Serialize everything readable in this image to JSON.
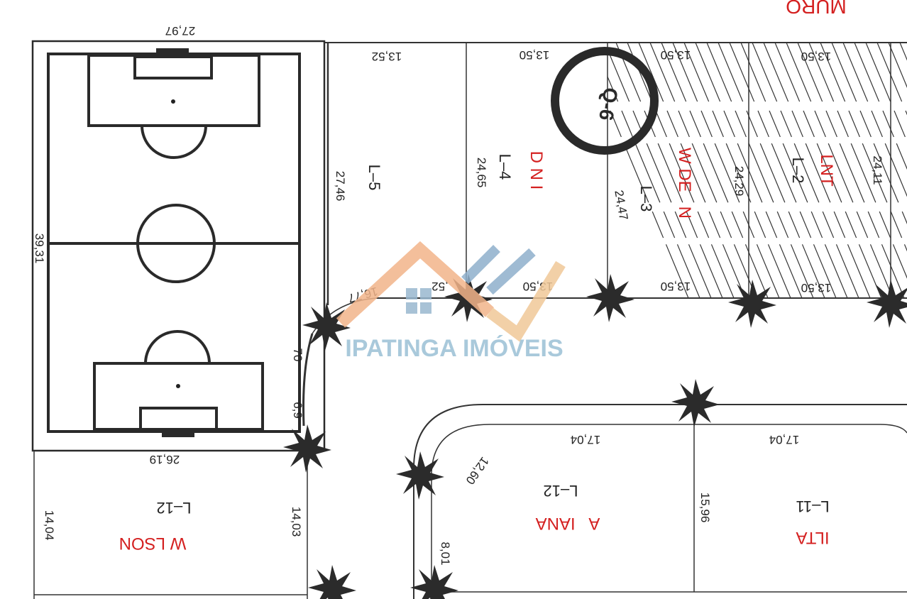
{
  "plan": {
    "wall_label": "MURO",
    "block_label": "Q-6",
    "field": {
      "top_width": "27,97",
      "side_length": "39,31",
      "bottom_width": "26,19"
    },
    "upper_lots": [
      {
        "lot": "L–5",
        "front": "13,52",
        "depth": "27,46",
        "back": ",52",
        "curve": "16,77"
      },
      {
        "lot": "L–4",
        "front": "13,50",
        "depth": "24,65",
        "back": "13,50",
        "owner": "D N I"
      },
      {
        "lot": "L–3",
        "front": "13,50",
        "depth": "24,47",
        "back": "13,50",
        "owner": "W DE   N"
      },
      {
        "lot": "L–2",
        "front": "13,50",
        "depth": "24,29",
        "back": "13,50",
        "owner": "LNT",
        "side": "24,11"
      }
    ],
    "corner_dims": {
      "a": "70",
      "b": "6,9"
    },
    "lower_left_lot": {
      "lot": "L–12",
      "owner": "W LSON",
      "left": "14,04",
      "right": "14,03"
    },
    "lower_lots": [
      {
        "lot": "L–12",
        "front": "17,04",
        "owner": "A   IANA",
        "curve": "12,60",
        "side": "8,01"
      },
      {
        "lot": "L–11",
        "front": "17,04",
        "owner": "ILTA",
        "side": "15,96"
      }
    ],
    "watermark": "IPATINGA IMÓVEIS"
  }
}
